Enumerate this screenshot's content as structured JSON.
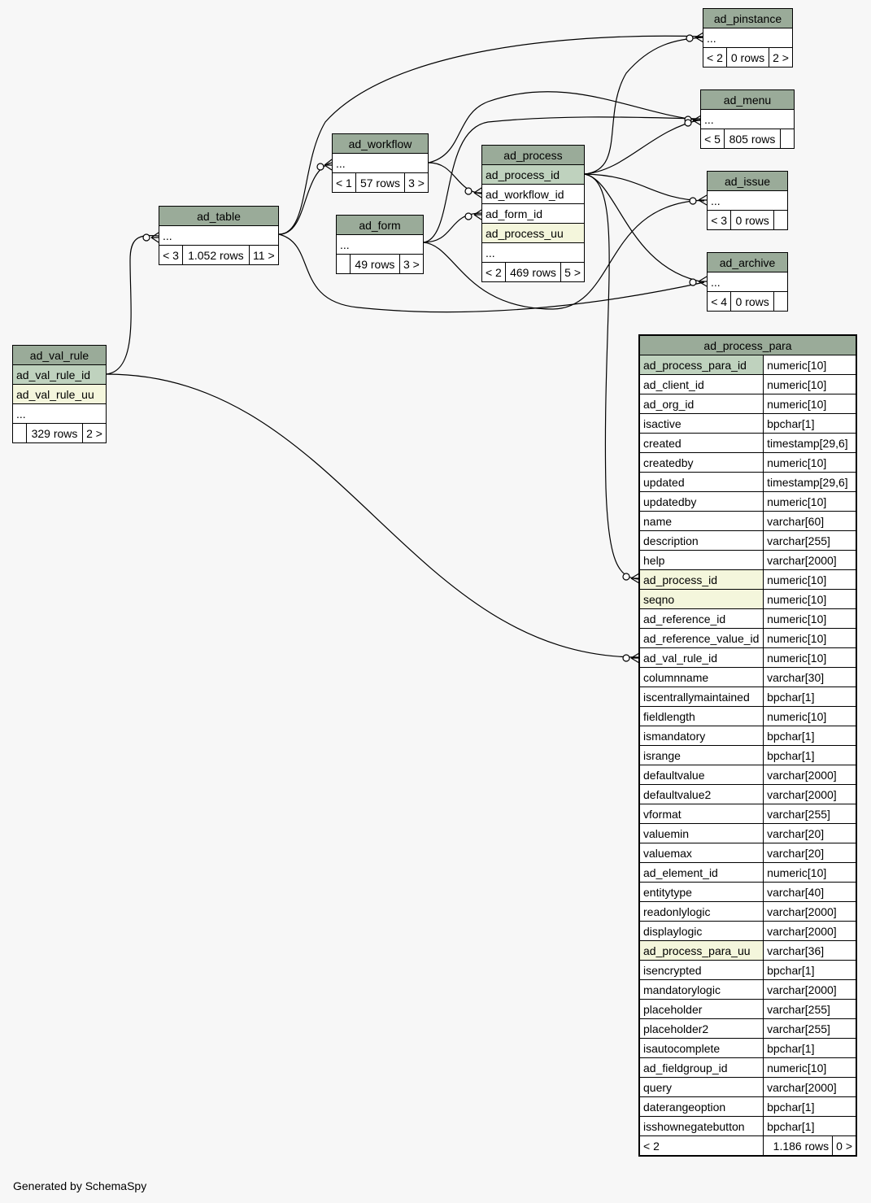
{
  "footer": "Generated by SchemaSpy",
  "tables": {
    "ad_pinstance": {
      "name": "ad_pinstance",
      "cols": [
        "..."
      ],
      "footer": [
        "< 2",
        "0 rows",
        "2 >"
      ]
    },
    "ad_menu": {
      "name": "ad_menu",
      "cols": [
        "..."
      ],
      "footer": [
        "< 5",
        "805 rows",
        ""
      ]
    },
    "ad_workflow": {
      "name": "ad_workflow",
      "cols": [
        "..."
      ],
      "footer": [
        "< 1",
        "57 rows",
        "3 >"
      ]
    },
    "ad_process": {
      "name": "ad_process",
      "cols": [
        "ad_process_id",
        "ad_workflow_id",
        "ad_form_id",
        "ad_process_uu",
        "..."
      ],
      "footer": [
        "< 2",
        "469 rows",
        "5 >"
      ]
    },
    "ad_issue": {
      "name": "ad_issue",
      "cols": [
        "..."
      ],
      "footer": [
        "< 3",
        "0 rows",
        ""
      ]
    },
    "ad_table": {
      "name": "ad_table",
      "cols": [
        "..."
      ],
      "footer": [
        "< 3",
        "1.052 rows",
        "11 >"
      ]
    },
    "ad_form": {
      "name": "ad_form",
      "cols": [
        "..."
      ],
      "footer": [
        "",
        "49 rows",
        "3 >"
      ]
    },
    "ad_archive": {
      "name": "ad_archive",
      "cols": [
        "..."
      ],
      "footer": [
        "< 4",
        "0 rows",
        ""
      ]
    },
    "ad_val_rule": {
      "name": "ad_val_rule",
      "cols": [
        "ad_val_rule_id",
        "ad_val_rule_uu",
        "..."
      ],
      "footer": [
        "",
        "329 rows",
        "2 >"
      ]
    },
    "ad_process_para": {
      "name": "ad_process_para",
      "columns": [
        {
          "name": "ad_process_para_id",
          "type": "numeric[10]"
        },
        {
          "name": "ad_client_id",
          "type": "numeric[10]"
        },
        {
          "name": "ad_org_id",
          "type": "numeric[10]"
        },
        {
          "name": "isactive",
          "type": "bpchar[1]"
        },
        {
          "name": "created",
          "type": "timestamp[29,6]"
        },
        {
          "name": "createdby",
          "type": "numeric[10]"
        },
        {
          "name": "updated",
          "type": "timestamp[29,6]"
        },
        {
          "name": "updatedby",
          "type": "numeric[10]"
        },
        {
          "name": "name",
          "type": "varchar[60]"
        },
        {
          "name": "description",
          "type": "varchar[255]"
        },
        {
          "name": "help",
          "type": "varchar[2000]"
        },
        {
          "name": "ad_process_id",
          "type": "numeric[10]"
        },
        {
          "name": "seqno",
          "type": "numeric[10]"
        },
        {
          "name": "ad_reference_id",
          "type": "numeric[10]"
        },
        {
          "name": "ad_reference_value_id",
          "type": "numeric[10]"
        },
        {
          "name": "ad_val_rule_id",
          "type": "numeric[10]"
        },
        {
          "name": "columnname",
          "type": "varchar[30]"
        },
        {
          "name": "iscentrallymaintained",
          "type": "bpchar[1]"
        },
        {
          "name": "fieldlength",
          "type": "numeric[10]"
        },
        {
          "name": "ismandatory",
          "type": "bpchar[1]"
        },
        {
          "name": "isrange",
          "type": "bpchar[1]"
        },
        {
          "name": "defaultvalue",
          "type": "varchar[2000]"
        },
        {
          "name": "defaultvalue2",
          "type": "varchar[2000]"
        },
        {
          "name": "vformat",
          "type": "varchar[255]"
        },
        {
          "name": "valuemin",
          "type": "varchar[20]"
        },
        {
          "name": "valuemax",
          "type": "varchar[20]"
        },
        {
          "name": "ad_element_id",
          "type": "numeric[10]"
        },
        {
          "name": "entitytype",
          "type": "varchar[40]"
        },
        {
          "name": "readonlylogic",
          "type": "varchar[2000]"
        },
        {
          "name": "displaylogic",
          "type": "varchar[2000]"
        },
        {
          "name": "ad_process_para_uu",
          "type": "varchar[36]"
        },
        {
          "name": "isencrypted",
          "type": "bpchar[1]"
        },
        {
          "name": "mandatorylogic",
          "type": "varchar[2000]"
        },
        {
          "name": "placeholder",
          "type": "varchar[255]"
        },
        {
          "name": "placeholder2",
          "type": "varchar[255]"
        },
        {
          "name": "isautocomplete",
          "type": "bpchar[1]"
        },
        {
          "name": "ad_fieldgroup_id",
          "type": "numeric[10]"
        },
        {
          "name": "query",
          "type": "varchar[2000]"
        },
        {
          "name": "daterangeoption",
          "type": "bpchar[1]"
        },
        {
          "name": "isshownegatebutton",
          "type": "bpchar[1]"
        }
      ],
      "footer": [
        "< 2",
        "1.186 rows",
        "0 >"
      ]
    }
  },
  "colors": {
    "header": "#9aab99",
    "primary_key": "#bfd2be",
    "unique_key": "#f4f6dc",
    "background": "#f7f7f7"
  }
}
